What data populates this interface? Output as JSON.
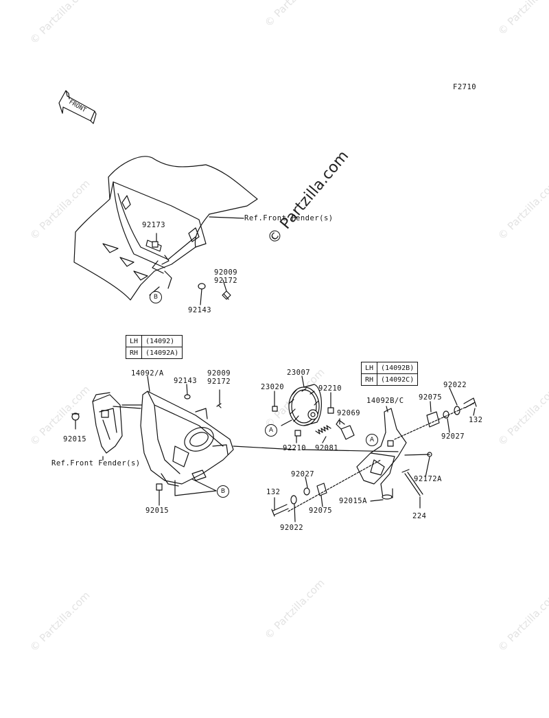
{
  "diagram_code": "F2710",
  "front_label": "FRONT",
  "watermark_text": "© Partzilla.com",
  "center_watermark": "© Partzilla.com",
  "ref_front_fender": "Ref.Front Fender(s)",
  "callouts": {
    "a": "A",
    "b": "B"
  },
  "table_left": {
    "rows": [
      {
        "side": "LH",
        "part": "(14092)"
      },
      {
        "side": "RH",
        "part": "(14092A)"
      }
    ]
  },
  "table_right": {
    "rows": [
      {
        "side": "LH",
        "part": "(14092B)"
      },
      {
        "side": "RH",
        "part": "(14092C)"
      }
    ]
  },
  "parts": {
    "p92173": "92173",
    "p92009_top": "92009",
    "p92172_top": "92172",
    "p92143_top": "92143",
    "p14092a": "14092/A",
    "p92143_mid": "92143",
    "p92009_mid": "92009",
    "p92172_mid": "92172",
    "p92015_left": "92015",
    "p92015_bottom": "92015",
    "p23007": "23007",
    "p23020": "23020",
    "p92210_top": "92210",
    "p92069": "92069",
    "p92210_bottom": "92210",
    "p92081": "92081",
    "p14092bc": "14092B/C",
    "p92022_top": "92022",
    "p92075_top": "92075",
    "p92027_top": "92027",
    "p132_top": "132",
    "p92172a": "92172A",
    "p92027_bottom": "92027",
    "p92075_bottom": "92075",
    "p92015a": "92015A",
    "p132_bottom": "132",
    "p92022_bottom": "92022",
    "p224": "224"
  }
}
